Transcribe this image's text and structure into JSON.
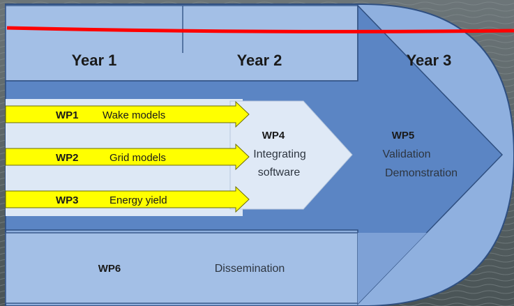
{
  "timeline": {
    "years": [
      {
        "label": "Year 1"
      },
      {
        "label": "Year 2"
      },
      {
        "label": "Year 3"
      }
    ]
  },
  "work_packages": [
    {
      "code": "WP1",
      "title": "Wake models"
    },
    {
      "code": "WP2",
      "title": "Grid models"
    },
    {
      "code": "WP3",
      "title": "Energy yield"
    }
  ],
  "integration": {
    "code": "WP4",
    "line1": "Integrating",
    "line2": "software"
  },
  "validation": {
    "code": "WP5",
    "line1": "Validation",
    "line2": "Demonstration"
  },
  "dissemination": {
    "code": "WP6",
    "title": "Dissemination"
  },
  "colors": {
    "sea": "#5e6a6c",
    "light_blue": "#a3bfe6",
    "mid_blue": "#7ea1d6",
    "dark_blue": "#4f78b8",
    "row_fill": "#c6d7ee",
    "pale_band": "#dde8f5",
    "arrow_yellow": "#ffff00",
    "red_line": "#ff0000",
    "text_dark": "#1a1a1a",
    "text_grey": "#2d3540"
  }
}
